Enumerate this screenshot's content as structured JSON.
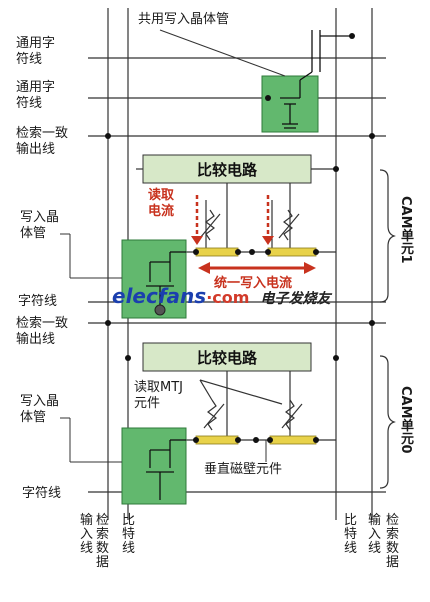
{
  "labels": {
    "shared_transistor": "共用写入晶体管",
    "word_line_1": "通用字\n符线",
    "word_line_2": "通用字\n符线",
    "search_match_out_1": "检索一致\n输出线",
    "write_transistor_1": "写入晶\n体管",
    "read_current": "读取\n电流",
    "unified_write_current": "统一写入电流",
    "word_line_3": "字符线",
    "search_match_out_2": "检索一致\n输出线",
    "write_transistor_2": "写入晶\n体管",
    "read_mtj": "读取MTJ\n元件",
    "perpendicular_element": "垂直磁壁元件",
    "word_line_4": "字符线",
    "compare_circuit_1": "比较电路",
    "compare_circuit_2": "比较电路",
    "cam_cell_1": "CAM单元1",
    "cam_cell_0": "CAM单元0",
    "bottom_input_left": "输\n入\n线",
    "bottom_search_left": "检\n索\n数\n据",
    "bottom_bit_left": "比\n特\n线",
    "bottom_bit_right": "比\n特\n线",
    "bottom_input_right": "输\n入\n线",
    "bottom_search_right": "检\n索\n数\n据"
  },
  "watermark": {
    "brand": "elecfans",
    "domain": "·com",
    "cn": "电子发烧友"
  },
  "colors": {
    "transistor_fill": "#62b86e",
    "compare_fill": "#d7e8c8",
    "element_fill": "#e8d24a",
    "red_accent": "#c8321e"
  }
}
